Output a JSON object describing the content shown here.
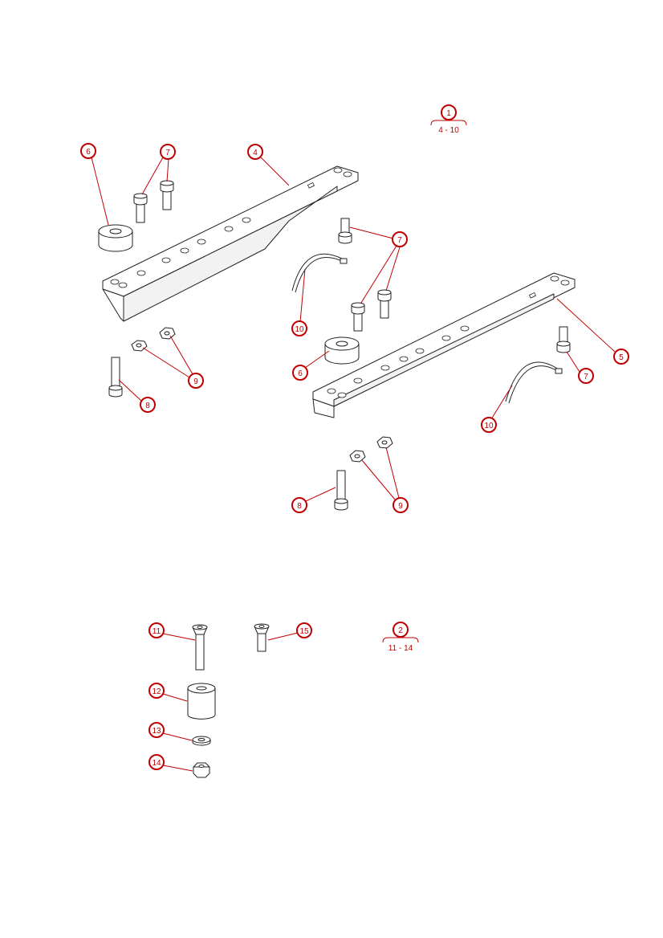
{
  "groups": [
    {
      "number": "1",
      "range": "4 - 10"
    },
    {
      "number": "2",
      "range": "11 - 14"
    }
  ],
  "bubbles": [
    "6",
    "7",
    "4",
    "7",
    "10",
    "5",
    "7",
    "6",
    "9",
    "8",
    "10",
    "8",
    "9",
    "11",
    "15",
    "12",
    "13",
    "14"
  ],
  "colors": {
    "callout": "#c00000",
    "linework": "#222222"
  }
}
